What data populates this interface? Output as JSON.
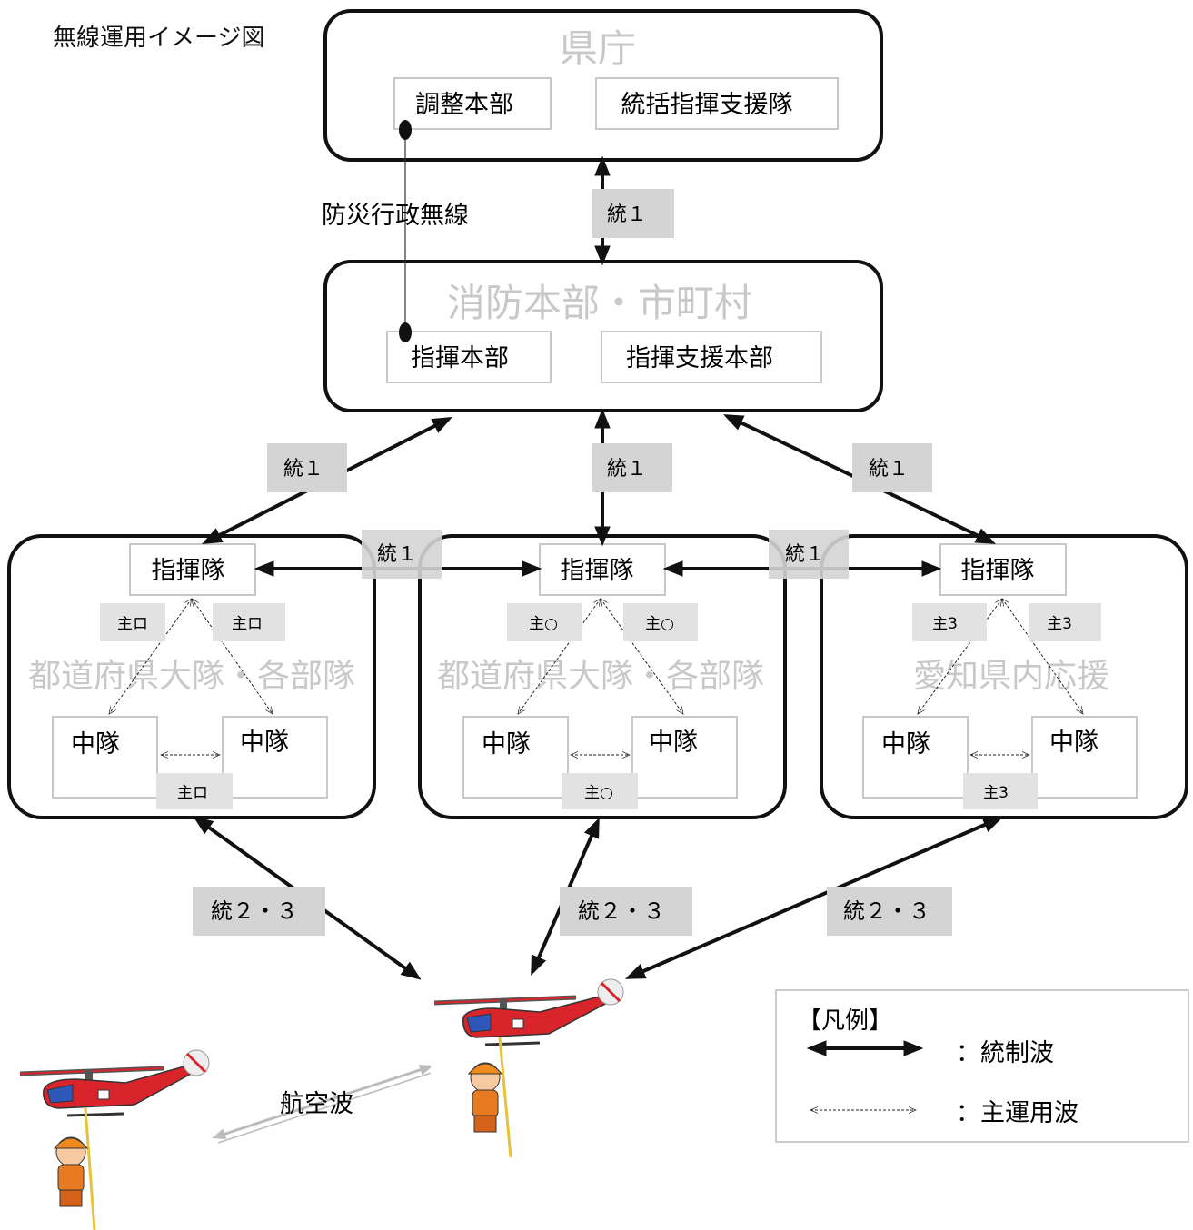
{
  "caption": "無線運用イメージ図",
  "nodes": {
    "prefecture": {
      "title": "県庁",
      "sub": [
        "調整本部",
        "統括指揮支援隊"
      ]
    },
    "hq": {
      "title": "消防本部・市町村",
      "sub": [
        "指揮本部",
        "指揮支援本部"
      ]
    },
    "units": [
      {
        "title": "都道府県大隊・各部隊",
        "command": "指揮隊",
        "companies": [
          "中隊",
          "中隊"
        ],
        "ch_left": "主ロ",
        "ch_right": "主ロ",
        "ch_between": "主ロ"
      },
      {
        "title": "都道府県大隊・各部隊",
        "command": "指揮隊",
        "companies": [
          "中隊",
          "中隊"
        ],
        "ch_left": "主○",
        "ch_right": "主○",
        "ch_between": "主○"
      },
      {
        "title": "愛知県内応援",
        "command": "指揮隊",
        "companies": [
          "中隊",
          "中隊"
        ],
        "ch_left": "主3",
        "ch_right": "主3",
        "ch_between": "主3"
      }
    ]
  },
  "links": {
    "bousai": "防災行政無線",
    "toitsu1": "統１",
    "toitsu23": "統２・３",
    "aviation": "航空波"
  },
  "legend": {
    "title": "【凡例】",
    "control": "：統制波",
    "main": "：主運用波"
  },
  "colors": {
    "control_arrow": "#111111",
    "label_box": "#d4d4d4",
    "faded_title": "#c8c8c8",
    "heli_body": "#d9242b",
    "heli_blue": "#2d58b8"
  }
}
